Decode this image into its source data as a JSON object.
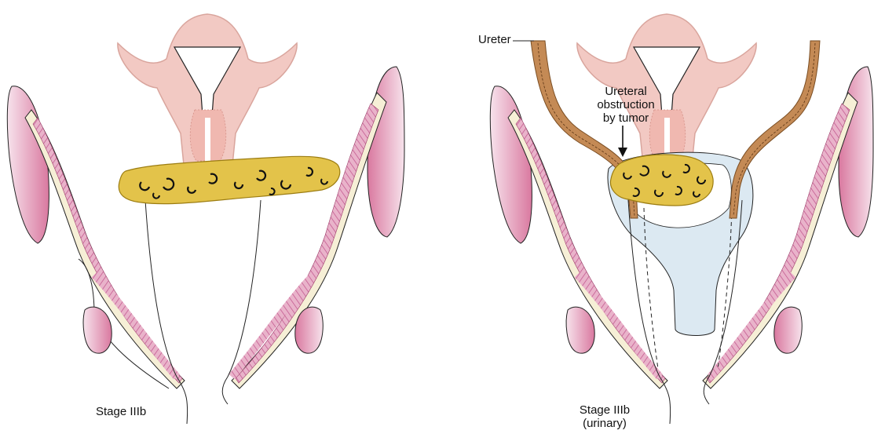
{
  "labels": {
    "left_stage_line1": "Stage IIIb",
    "right_stage_line1": "Stage IIIb",
    "right_stage_line2": "(urinary)",
    "ureter": "Ureter",
    "obstruction_line1": "Ureteral",
    "obstruction_line2": "obstruction",
    "obstruction_line3": "by tumor"
  },
  "colors": {
    "uterus": "#f2c9c3",
    "uterus_edge": "#d9a59d",
    "muscle_outer": "#e6a8c2",
    "muscle_inner": "#c95c8e",
    "muscle_cream": "#f6efd6",
    "tumor": "#e3c34a",
    "tumor_dark": "#9c7d12",
    "bladder": "#dce9f2",
    "ureter": "#c48a55",
    "ureter_dark": "#7a4d22",
    "line": "#222222"
  }
}
